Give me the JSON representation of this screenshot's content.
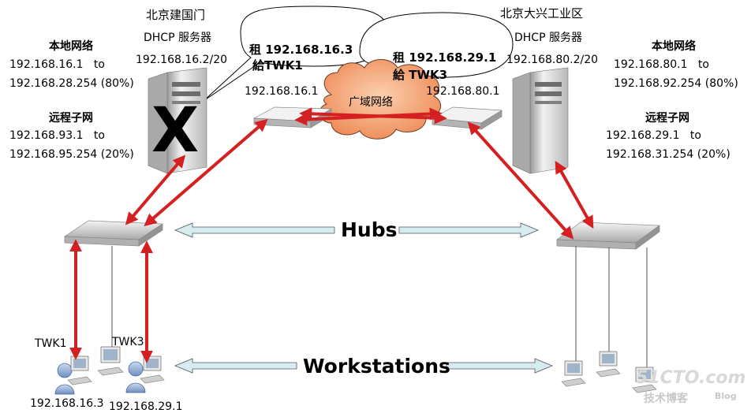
{
  "left_site": {
    "name": "北京建国门",
    "dhcp_label": "DHCP 服务器",
    "dhcp_ip": "192.168.16.2/20",
    "local_title": "本地网络",
    "local_range_1": "192.168.16.1   to",
    "local_range_2": "192.168.28.254 (80%)",
    "remote_title": "远程子网",
    "remote_range_1": "192.168.93.1   to",
    "remote_range_2": "192.168.95.254 (20%)",
    "router_ip": "192.168.16.1",
    "lease_line_1": "租 192.168.16.3",
    "lease_line_2": "給TWK1",
    "server_failed_mark": "X"
  },
  "right_site": {
    "name": "北京大兴工业区",
    "dhcp_label": "DHCP 服务器",
    "dhcp_ip": "192.168.80.2/20",
    "local_title": "本地网络",
    "local_range_1": "192.168.80.1   to",
    "local_range_2": "192.168.92.254 (80%)",
    "remote_title": "远程子网",
    "remote_range_1": "192.168.29.1   to",
    "remote_range_2": "192.168.31.254 (20%)",
    "router_ip": "192.168.80.1",
    "lease_line_1": "租 192.168.29.1",
    "lease_line_2": "給 TWK3"
  },
  "wan_label": "广域网络",
  "hubs_label": "Hubs",
  "workstations_label": "Workstations",
  "clients": {
    "twk1_name": "TWK1",
    "twk1_ip": "192.168.16.3",
    "twk3_name": "TWK3",
    "twk3_ip": "192.168.29.1"
  },
  "watermark": {
    "logo": "51CTO.com",
    "sub": "技术博客",
    "blog": "Blog"
  },
  "colors": {
    "arrow_red": "#d42020",
    "hub_arrow_fill": "#d6ecef",
    "cloud_fill": "#f4a070",
    "x_mark": "#e01010"
  }
}
